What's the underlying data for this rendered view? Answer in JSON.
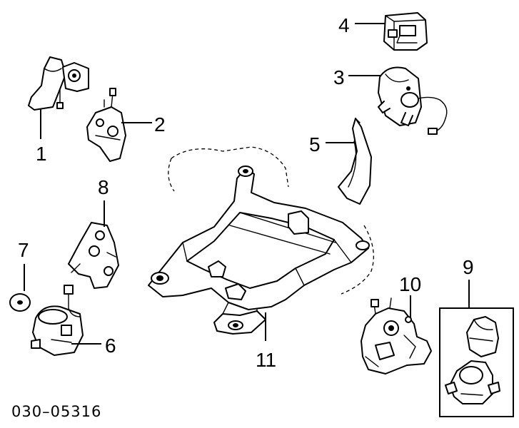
{
  "diagram": {
    "callouts": [
      {
        "id": "1",
        "label": "1"
      },
      {
        "id": "2",
        "label": "2"
      },
      {
        "id": "3",
        "label": "3"
      },
      {
        "id": "4",
        "label": "4"
      },
      {
        "id": "5",
        "label": "5"
      },
      {
        "id": "6",
        "label": "6"
      },
      {
        "id": "7",
        "label": "7"
      },
      {
        "id": "8",
        "label": "8"
      },
      {
        "id": "9",
        "label": "9"
      },
      {
        "id": "10",
        "label": "10"
      },
      {
        "id": "11",
        "label": "11"
      }
    ],
    "drawing_code": "030–05316"
  },
  "colors": {
    "line": "#000000",
    "background": "#ffffff"
  }
}
